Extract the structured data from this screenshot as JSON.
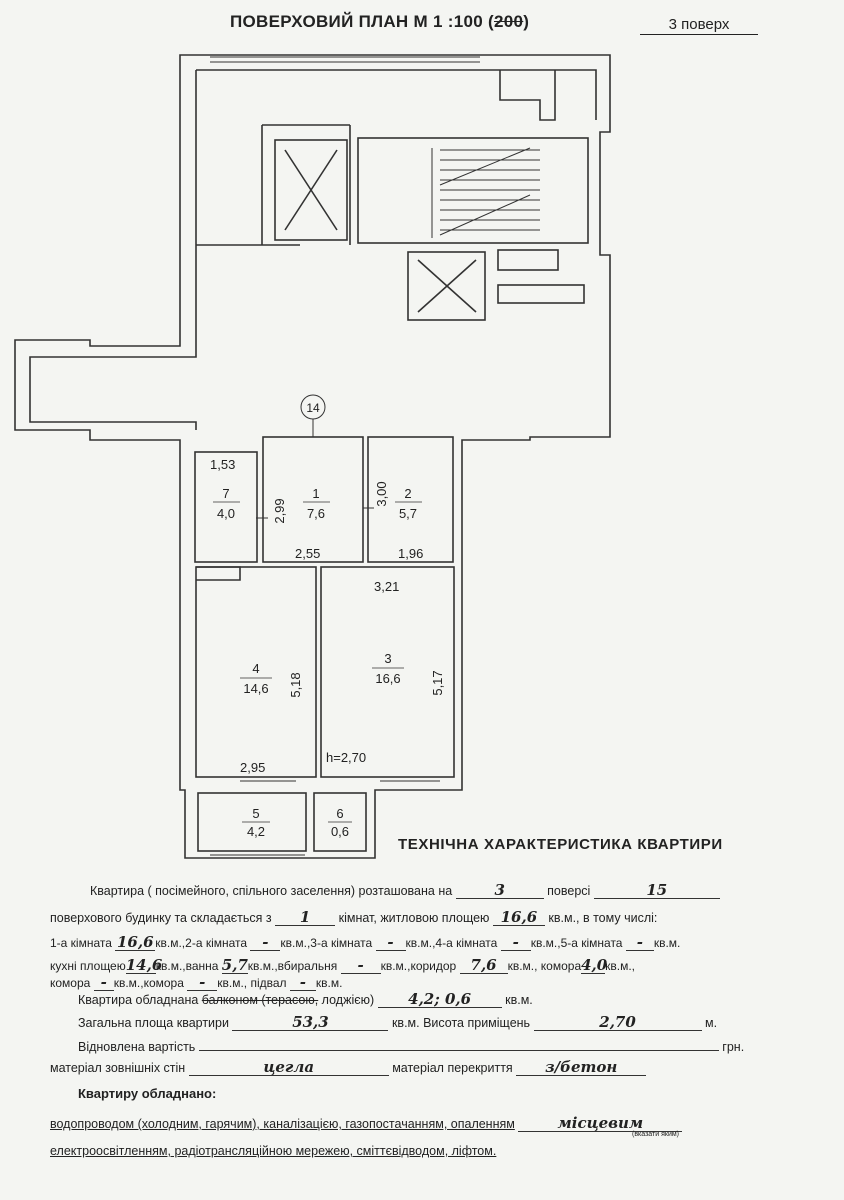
{
  "header": {
    "title_prefix": "ПОВЕРХОВИЙ ПЛАН М 1 :100 (",
    "title_strike": "200",
    "title_suffix": ")",
    "floor_label": "3 поверх"
  },
  "plan": {
    "axis_label": "14",
    "ceiling_height": "h=2,70",
    "rooms": [
      {
        "num": "7",
        "area": "4,0"
      },
      {
        "num": "1",
        "area": "7,6"
      },
      {
        "num": "2",
        "area": "5,7"
      },
      {
        "num": "4",
        "area": "14,6"
      },
      {
        "num": "3",
        "area": "16,6"
      },
      {
        "num": "5",
        "area": "4,2"
      },
      {
        "num": "6",
        "area": "0,6"
      }
    ],
    "dims": {
      "d153": "1,53",
      "d299": "2,99",
      "d300": "3,00",
      "d255": "2,55",
      "d196": "1,96",
      "d321": "3,21",
      "d518": "5,18",
      "d517": "5,17",
      "d295": "2,95"
    }
  },
  "tech": {
    "title": "ТЕХНІЧНА ХАРАКТЕРИСТИКА   КВАРТИРИ",
    "l1_a": "Квартира ( посімейного, спільного заселення) розташована на",
    "l1_floor": "3",
    "l1_b": "поверсі",
    "l1_total": "15",
    "l2_a": "поверхового будинку та складається з",
    "l2_rooms": "1",
    "l2_b": "кімнат, житловою площею",
    "l2_living": "16,6",
    "l2_c": "кв.м., в тому числі:",
    "l3_a": "1-а кімната",
    "l3_r1": "16,6",
    "l3_b": "кв.м.,2-а кімната",
    "l3_r2": "-",
    "l3_c": "кв.м.,3-а кімната",
    "l3_r3": "-",
    "l3_d": "кв.м.,4-а кімната",
    "l3_r4": "-",
    "l3_e": "кв.м.,5-а кімната",
    "l3_r5": "-",
    "l3_f": "кв.м.",
    "l4_a": "кухні площею",
    "l4_kitchen": "14,6",
    "l4_b": "кв.м.,ванна",
    "l4_bath": "5,7",
    "l4_c": "кв.м.,вбиральня",
    "l4_wc": "-",
    "l4_d": "кв.м.,коридор",
    "l4_corr": "7,6",
    "l4_e": "кв.м.,  комора",
    "l4_pantry": "4,0",
    "l4_f": "кв.м.,",
    "l5_a": "комора",
    "l5_p1": "-",
    "l5_b": "кв.м.,комора",
    "l5_p2": "-",
    "l5_c": "кв.м., підвал",
    "l5_base": "-",
    "l5_d": "кв.м.",
    "l6_a": "Квартира обладнана",
    "l6_strike": "балконом (терасою,",
    "l6_b": "лоджією)",
    "l6_val": "4,2;  0,6",
    "l6_c": "кв.м.",
    "l7_a": "Загальна площа квартири",
    "l7_total": "53,3",
    "l7_b": "кв.м.  Висота приміщень",
    "l7_height": "2,70",
    "l7_c": "м.",
    "l8_a": "Відновлена вартість",
    "l8_b": "грн.",
    "l9_a": "матеріал зовнішніх стін",
    "l9_walls": "цегла",
    "l9_b": "матеріал перекриття",
    "l9_floor": "з/бетон",
    "equip_title": "Квартиру обладнано:",
    "e1": "водопроводом (холодним, гарячим), каналізацією, газопостачанням, опаленням",
    "e1_heat": "місцевим",
    "e1_note": "(вказати яким)",
    "e2": "електроосвітленням, радіотрансляційною мережею, сміттєвідводом, ліфтом."
  }
}
